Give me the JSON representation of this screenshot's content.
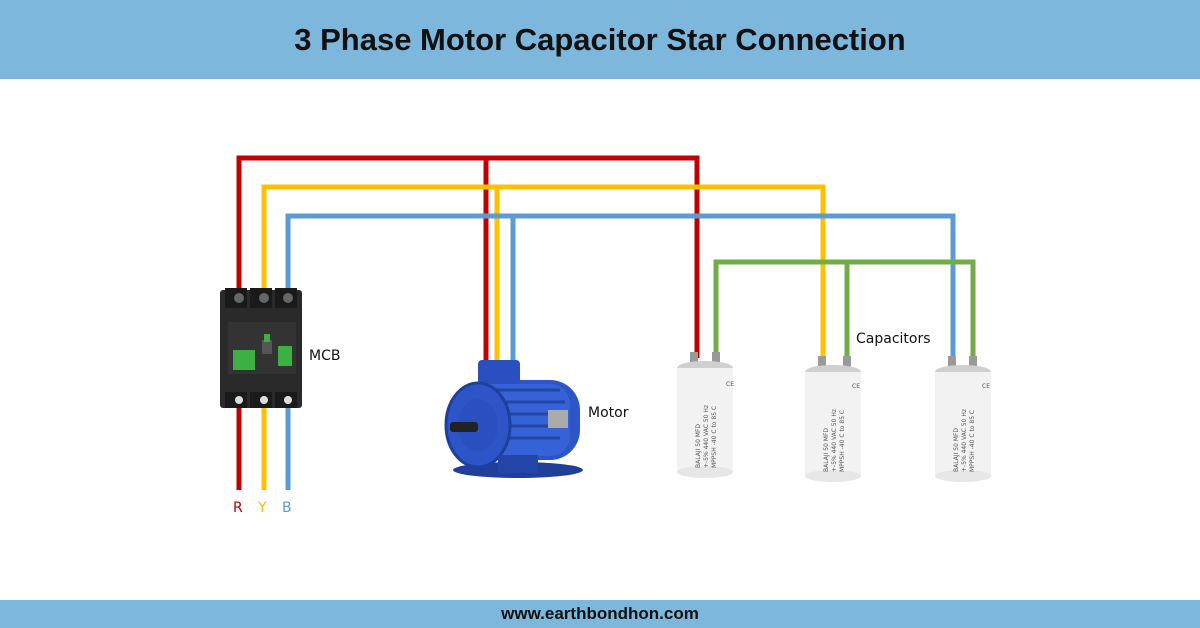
{
  "title": "3 Phase Motor Capacitor Star Connection",
  "footer": "www.earthbondhon.com",
  "labels": {
    "mcb": "MCB",
    "motor": "Motor",
    "capacitors": "Capacitors"
  },
  "phases": {
    "r": "R",
    "y": "Y",
    "b": "B"
  },
  "colors": {
    "header_bg": "#7db7db",
    "red_wire": "#c00000",
    "yellow_wire": "#ffc000",
    "blue_wire": "#5b9bd5",
    "green_wire": "#70ad47",
    "motor_body": "#2e55c8",
    "mcb_body": "#222222",
    "mcb_accent": "#3cb043"
  },
  "icons": [
    "mcb-breaker-icon",
    "motor-icon",
    "capacitor-icon"
  ]
}
